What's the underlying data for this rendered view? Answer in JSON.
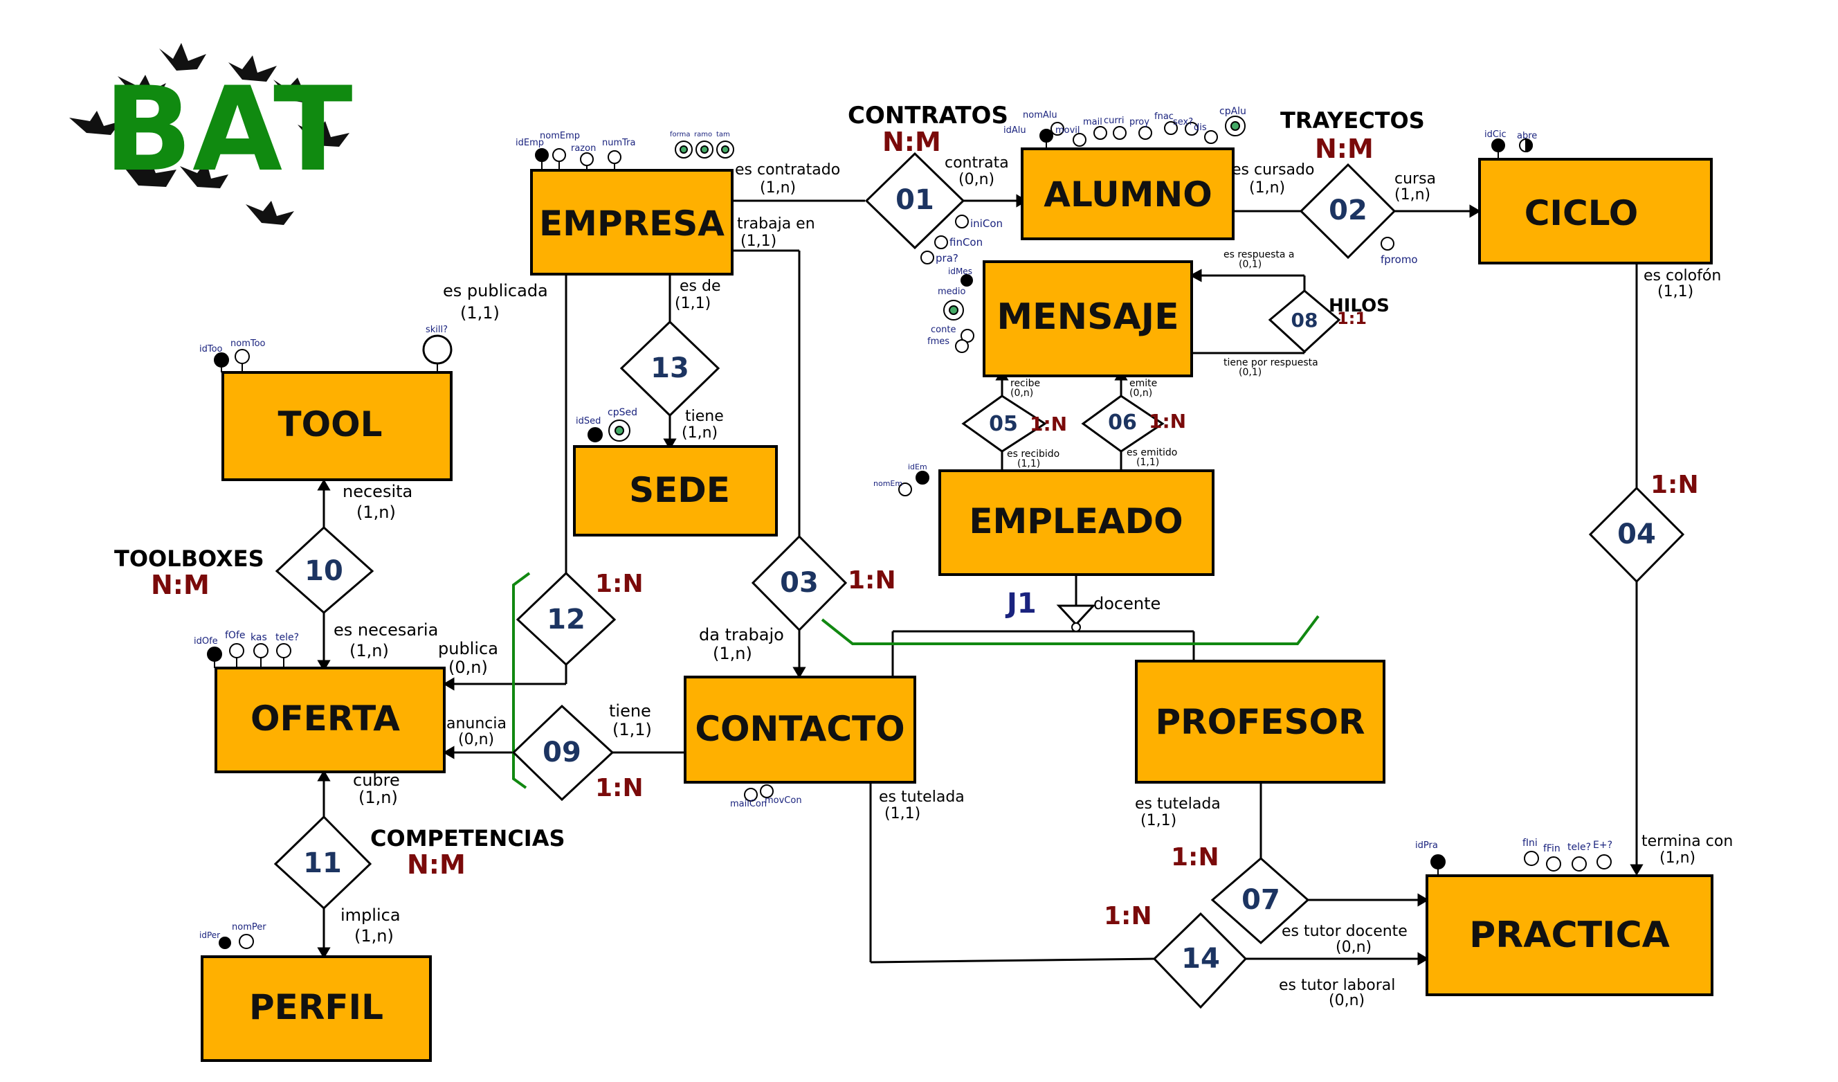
{
  "logo": {
    "text": "BAT",
    "color": "#108a10"
  },
  "colors": {
    "entity_fill": "#ffb000",
    "ratio_red": "#7a0a0a",
    "ratio_blue": "#1a237e",
    "attr_blue": "#1a237e",
    "rel_num": "#1c3461",
    "green_line": "#118811"
  },
  "entities": {
    "empresa": "EMPRESA",
    "alumno": "ALUMNO",
    "ciclo": "CICLO",
    "mensaje": "MENSAJE",
    "tool": "TOOL",
    "sede": "SEDE",
    "empleado": "EMPLEADO",
    "oferta": "OFERTA",
    "contacto": "CONTACTO",
    "profesor": "PROFESOR",
    "perfil": "PERFIL",
    "practica": "PRACTICA"
  },
  "relationships": {
    "r01": "01",
    "r02": "02",
    "r03": "03",
    "r04": "04",
    "r05": "05",
    "r06": "06",
    "r07": "07",
    "r08": "08",
    "r09": "09",
    "r10": "10",
    "r11": "11",
    "r12": "12",
    "r13": "13",
    "r14": "14"
  },
  "rel_names": {
    "contratos": "CONTRATOS",
    "trayectos": "TRAYECTOS",
    "hilos": "HILOS",
    "toolboxes": "TOOLBOXES",
    "competencias": "COMPETENCIAS"
  },
  "ratios": {
    "contratos": "N:M",
    "trayectos": "N:M",
    "hilos": "1:1",
    "toolboxes": "N:M",
    "competencias": "N:M",
    "r04": "1:N",
    "r05": "1:N",
    "r06": "1:N",
    "r12": "1:N",
    "r03": "1:N",
    "r09": "1:N",
    "r07": "1:N",
    "r14": "1:N"
  },
  "hierarchy": {
    "label": "J1",
    "role": "docente"
  },
  "cards": {
    "es_contratado": "es contratado",
    "es_contratado_c": "(1,n)",
    "contrata": "contrata",
    "contrata_c": "(0,n)",
    "es_cursado": "es cursado",
    "es_cursado_c": "(1,n)",
    "cursa": "cursa",
    "cursa_c": "(1,n)",
    "trabaja_en": "trabaja en",
    "trabaja_en_c": "(1,1)",
    "es_de": "es de",
    "es_de_c": "(1,1)",
    "tiene_sede": "tiene",
    "tiene_sede_c": "(1,n)",
    "es_publicada": "es publicada",
    "es_publicada_c": "(1,1)",
    "es_colofon": "es colofón",
    "es_colofon_c": "(1,1)",
    "es_respuesta": "es respuesta a",
    "es_respuesta_c": "(0,1)",
    "tiene_respuesta": "tiene por respuesta",
    "tiene_respuesta_c": "(0,1)",
    "recibe": "recibe",
    "recibe_c": "(0,n)",
    "emite": "emite",
    "emite_c": "(0,n)",
    "es_recibido": "es recibido",
    "es_recibido_c": "(1,1)",
    "es_emitido": "es emitido",
    "es_emitido_c": "(1,1)",
    "necesita": "necesita",
    "necesita_c": "(1,n)",
    "es_necesaria": "es necesaria",
    "es_necesaria_c": "(1,n)",
    "publica": "publica",
    "publica_c": "(0,n)",
    "da_trabajo": "da trabajo",
    "da_trabajo_c": "(1,n)",
    "anuncia": "anuncia",
    "anuncia_c": "(0,n)",
    "tiene_contacto": "tiene",
    "tiene_contacto_c": "(1,1)",
    "cubre": "cubre",
    "cubre_c": "(1,n)",
    "implica": "implica",
    "implica_c": "(1,n)",
    "es_tutelada_c1": "es tutelada",
    "es_tutelada_c1_c": "(1,1)",
    "es_tutelada_p": "es tutelada",
    "es_tutelada_p_c": "(1,1)",
    "termina_con": "termina con",
    "termina_con_c": "(1,n)",
    "es_tutor_docente": "es tutor docente",
    "es_tutor_docente_c": "(0,n)",
    "es_tutor_laboral": "es tutor laboral",
    "es_tutor_laboral_c": "(0,n)"
  },
  "attrs": {
    "idEmp": "idEmp",
    "nomEmp": "nomEmp",
    "razon": "razon",
    "numTra": "numTra",
    "forma": "forma",
    "ramo": "ramo",
    "tam": "tam",
    "nomAlu": "nomAlu",
    "idAlu": "idAlu",
    "movil": "movil",
    "mail": "mail",
    "curri": "curri",
    "proy": "proy",
    "fnac": "fnac",
    "sex": "sex?",
    "dis": "dis",
    "cpAlu": "cpAlu",
    "iniCon": "iniCon",
    "finCon": "finCon",
    "pra": "pra?",
    "idCic": "idCic",
    "abre": "abre",
    "fpromo": "fpromo",
    "idMes": "idMes",
    "medio": "medio",
    "conte": "conte",
    "fmes": "fmes",
    "idToo": "idToo",
    "nomToo": "nomToo",
    "skill": "skill?",
    "idSed": "idSed",
    "cpSed": "cpSed",
    "idEm": "idEm",
    "nomEm": "nomEm",
    "idOfe": "idOfe",
    "fOfe": "fOfe",
    "kas": "kas",
    "tele": "tele?",
    "mailCon": "mailCon",
    "movCon": "movCon",
    "idPer": "idPer",
    "nomPer": "nomPer",
    "idPra": "idPra",
    "fIni": "fIni",
    "fFin": "fFin",
    "telePra": "tele?",
    "ePra": "E+?"
  }
}
